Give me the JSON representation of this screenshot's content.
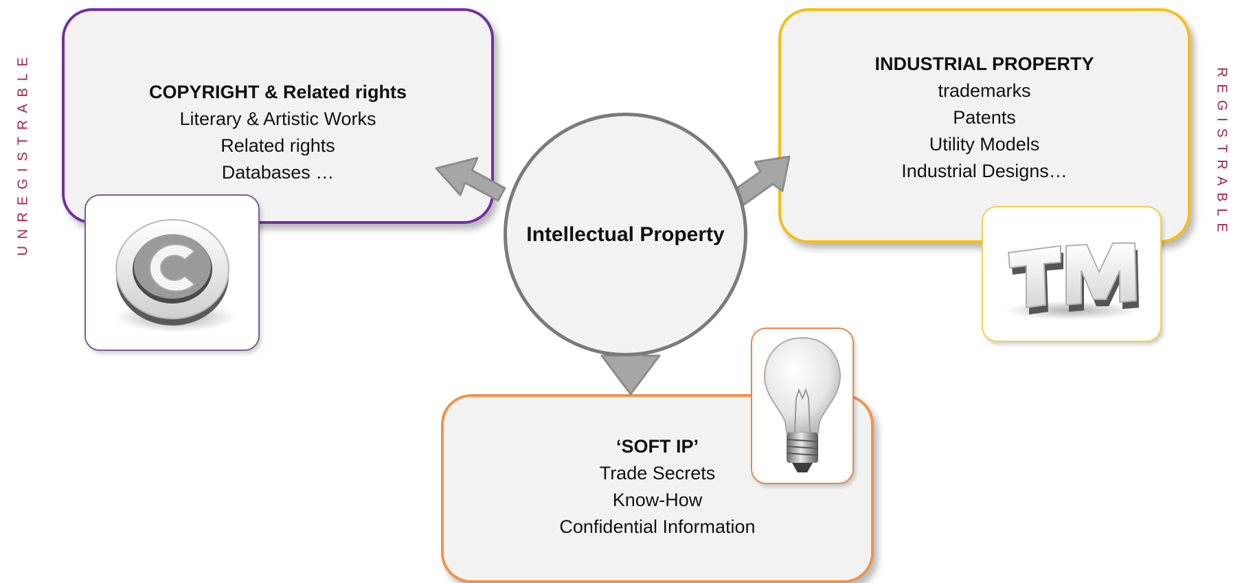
{
  "side_labels": {
    "left": "UNREGISTRABLE",
    "right": "REGISTRABLE"
  },
  "center": {
    "title": "Intellectual Property"
  },
  "copyright": {
    "heading": "COPYRIGHT & Related rights",
    "items": [
      "Literary & Artistic Works",
      "Related rights",
      "Databases …"
    ],
    "border_color": "#7030a0",
    "icon": "copyright-symbol-icon"
  },
  "industrial": {
    "heading": "INDUSTRIAL PROPERTY",
    "items": [
      "trademarks",
      "Patents",
      "Utility Models",
      "Industrial Designs…"
    ],
    "border_color": "#f5bf13",
    "icon": "trademark-symbol-icon"
  },
  "soft_ip": {
    "heading": "‘SOFT IP’",
    "items": [
      "Trade Secrets",
      "Know-How",
      "Confidential Information"
    ],
    "border_color": "#f0934a",
    "icon": "light-bulb-icon"
  },
  "colors": {
    "side_label": "#a2234f",
    "arrow": "#a6a6a6",
    "circle_border": "#7a7a7a",
    "box_fill": "#f2f2f2"
  }
}
